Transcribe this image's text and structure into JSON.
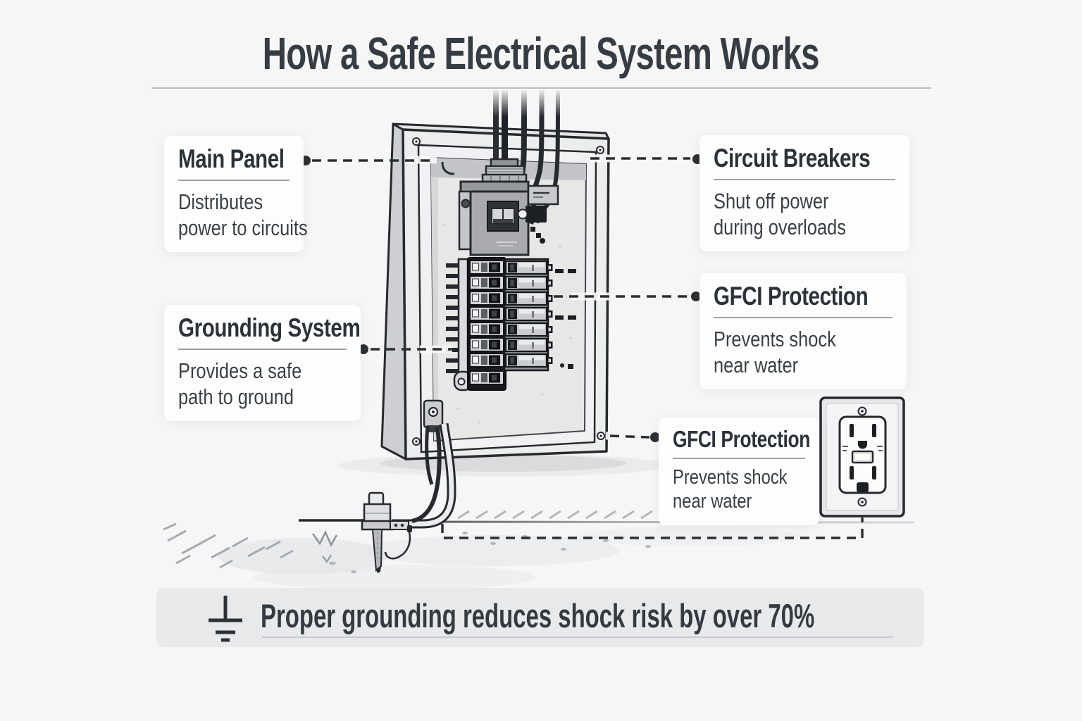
{
  "title": "How a Safe Electrical System Works",
  "cards": [
    {
      "id": "main-panel",
      "title": "Main Panel",
      "lines": [
        "Distributes",
        "power to circuits"
      ]
    },
    {
      "id": "circuit-breakers",
      "title": "Circuit Breakers",
      "lines": [
        "Shut off power",
        "during overloads"
      ]
    },
    {
      "id": "gfci-protection-panel",
      "title": "GFCI Protection",
      "lines": [
        "Prevents shock",
        "near water"
      ]
    },
    {
      "id": "grounding-system",
      "title": "Grounding System",
      "lines": [
        "Provides a safe",
        "path to ground"
      ]
    },
    {
      "id": "gfci-protection-outlet",
      "title": "GFCI Protection",
      "lines": [
        "Prevents shock",
        "near water"
      ]
    }
  ],
  "banner": {
    "text": "Proper grounding reduces shock risk by over 70%",
    "icon": "ground-symbol-icon"
  },
  "colors": {
    "background": "#f6f6f7",
    "ink": "#26292e",
    "card_background": "#fdfdfe",
    "banner_background": "#e8e9eb",
    "heading_text": "#2c323a",
    "body_text": "#394046",
    "divider": "#9aa0a8"
  }
}
